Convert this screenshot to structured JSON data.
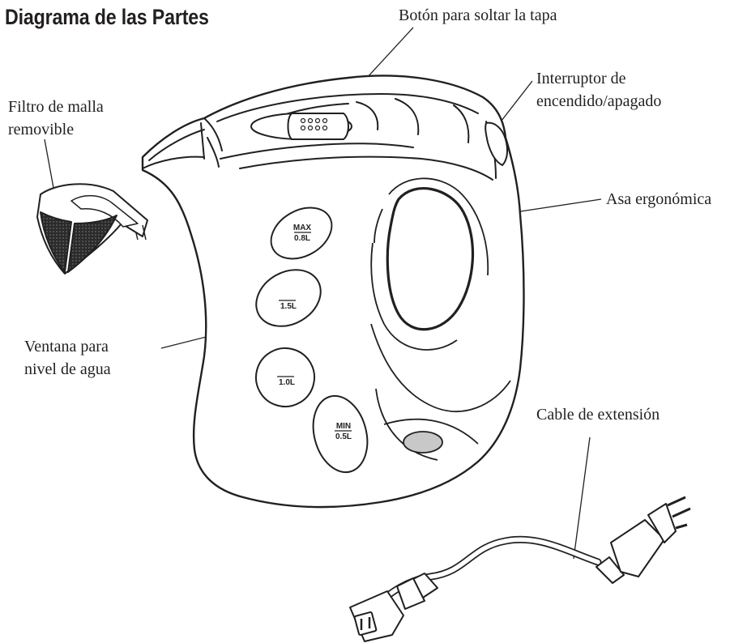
{
  "title": "Diagrama de las Partes",
  "labels": {
    "lid_button": "Botón para soltar la tapa",
    "switch_line1": "Interruptor de",
    "switch_line2": "encendido/apagado",
    "filter_line1": "Filtro de malla",
    "filter_line2": "removible",
    "handle": "Asa ergonómica",
    "window_line1": "Ventana para",
    "window_line2": "nivel de agua",
    "cord": "Cable de extensión"
  },
  "level_marks": {
    "max_top": "MAX",
    "max_bottom": "0.8L",
    "l15": "1.5L",
    "l10": "1.0L",
    "min_top": "MIN",
    "min_bottom": "0.5L"
  }
}
